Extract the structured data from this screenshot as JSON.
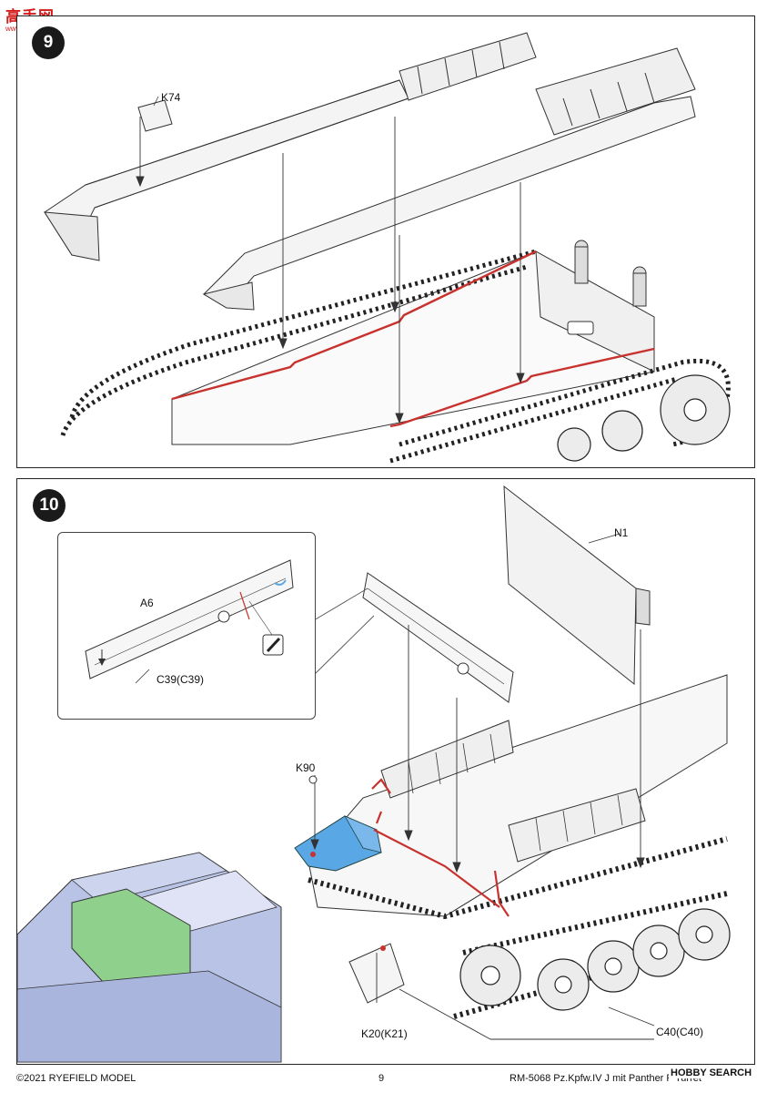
{
  "watermark": {
    "logo_chars": "高手网",
    "logo_url": "www.gaoshun.com"
  },
  "step9": {
    "number": "9",
    "parts": {
      "k74": "K74"
    }
  },
  "step10": {
    "number": "10",
    "inset": {
      "a6": "A6",
      "c39": "C39(C39)"
    },
    "parts": {
      "n1": "N1",
      "k90": "K90",
      "k20": "K20(K21)",
      "c40": "C40(C40)"
    }
  },
  "footer": {
    "copyright": "©2021 RYEFIELD MODEL",
    "page": "9",
    "product": "RM-5068 Pz.Kpfw.IV J mit Panther F Turret",
    "hobby_search": "HOBBY SEARCH"
  },
  "colors": {
    "highlight_red": "#c8322e",
    "highlight_blue": "#5aa7e6",
    "highlight_green": "#8fd18c",
    "hull_blue": "#b9c3e6"
  }
}
